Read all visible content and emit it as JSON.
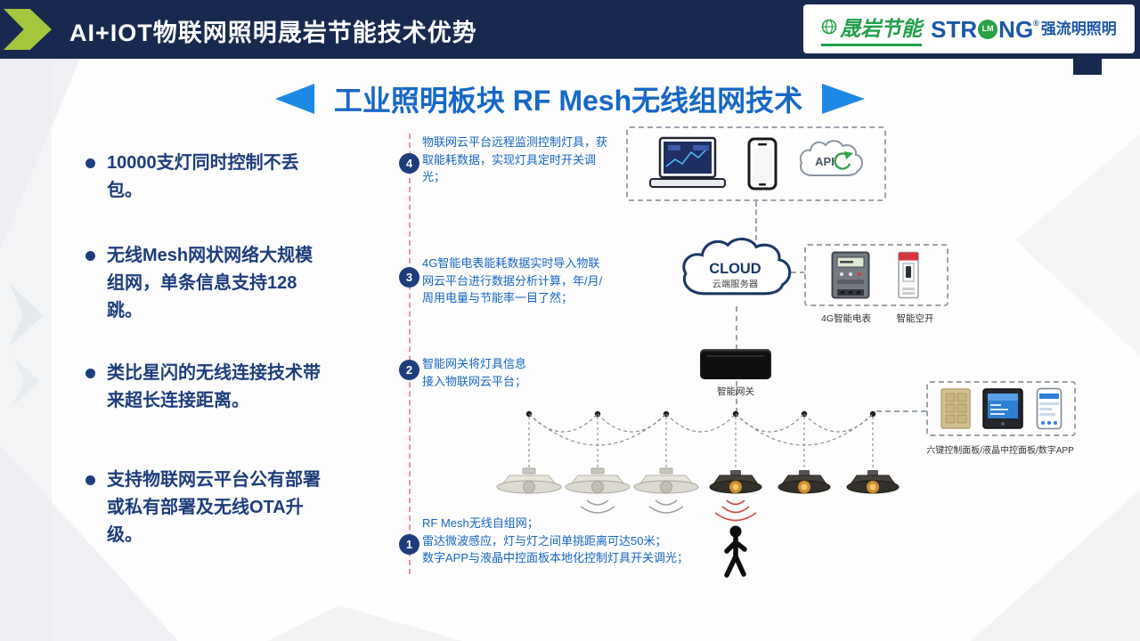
{
  "header": {
    "title": "AI+IOT物联网照明晟岩节能技术优势",
    "logo": {
      "brand1": "晟岩节能",
      "brand2_pre": "STR",
      "brand2_o": "LM",
      "brand2_post": "NG",
      "brand2_reg": "®",
      "brand2_cn": "强流明照明"
    }
  },
  "section_title": "工业照明板块 RF Mesh无线组网技术",
  "left_panel": {
    "bullets": [
      "10000支灯同时控制不丢包。",
      "无线Mesh网状网络大规模组网，单条信息支持128跳。",
      "类比星闪的无线连接技术带来超长连接距离。",
      "支持物联网云平台公有部署或私有部署及无线OTA升级。"
    ]
  },
  "steps": [
    {
      "num": "4",
      "text": "物联网云平台远程监测控制灯具，获取能耗数据，实现灯具定时开关调光；"
    },
    {
      "num": "3",
      "text": "4G智能电表能耗数据实时导入物联网云平台进行数据分析计算，年/月/周用电量与节能率一目了然；"
    },
    {
      "num": "2",
      "text": "智能网关将灯具信息\n接入物联网云平台；"
    },
    {
      "num": "1",
      "text": "RF Mesh无线自组网；\n雷达微波感应，灯与灯之间单挑距离可达50米；\n数字APP与液晶中控面板本地化控制灯具开关调光；"
    }
  ],
  "diagram": {
    "api_label": "API",
    "cloud_title": "CLOUD",
    "cloud_subtitle": "云端服务器",
    "meter_label": "4G智能电表",
    "breaker_label": "智能空开",
    "gateway_label": "智能网关",
    "panel_label": "六键控制面板/液晶中控面板/数字APP"
  },
  "icons": {
    "globe-icon": "green globe glyph in logo",
    "laptop-icon": "laptop with monitoring dashboard",
    "smartphone-icon": "smartphone outline",
    "api-cloud-icon": "cloud outline with API text and green refresh arrow",
    "cloud-server-icon": "cloud outline labeled CLOUD",
    "meter-icon": "4G smart electricity meter",
    "breaker-icon": "smart circuit breaker",
    "gateway-icon": "black smart gateway box",
    "six-key-panel-icon": "gold six-key wall panel",
    "lcd-panel-icon": "LCD central control panel",
    "app-phone-icon": "smartphone with app UI",
    "highbay-lamp-icon": "UFO high-bay lamp",
    "person-icon": "walking pedestrian pictogram"
  },
  "colors": {
    "header_bg": "#17294e",
    "accent_green": "#a4c63c",
    "title_blue": "#1668c4",
    "bullet_navy": "#1d3d7c",
    "step_line_red": "#e59a9a",
    "logo_green": "#21a04b",
    "logo_blue": "#1b57a6"
  }
}
